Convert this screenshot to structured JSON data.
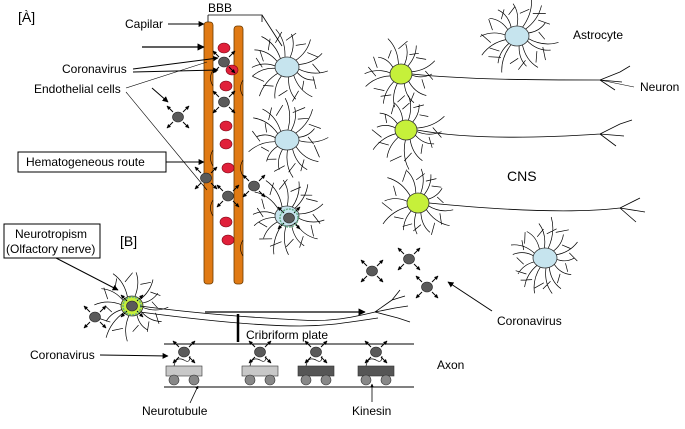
{
  "panel_a": {
    "marker": "[À]",
    "bbb": "BBB",
    "capilar": "Capilar",
    "coronavirus": "Coronavirus",
    "endothelial": "Endothelial cells",
    "hematogeneous": "Hematogeneous route",
    "astrocyte": "Astrocyte",
    "neuron": "Neuron",
    "cns": "CNS"
  },
  "panel_b": {
    "marker": "[B]",
    "neurotropism_line1": "Neurotropism",
    "neurotropism_line2": "(Olfactory nerve)",
    "coronavirus_left": "Coronavirus",
    "coronavirus_right": "Coronavirus",
    "cribriform": "Cribriform plate",
    "axon": "Axon",
    "neurotubule": "Neurotubule",
    "kinesin": "Kinesin"
  },
  "colors": {
    "capillary": "#e07a14",
    "red_cell": "#e0203a",
    "virus": "#5a5a5a",
    "astrocyte": "#c6e4ee",
    "neuron": "#c6f03a",
    "kinesin_light": "#c8c8c8",
    "kinesin_dark": "#555555"
  }
}
